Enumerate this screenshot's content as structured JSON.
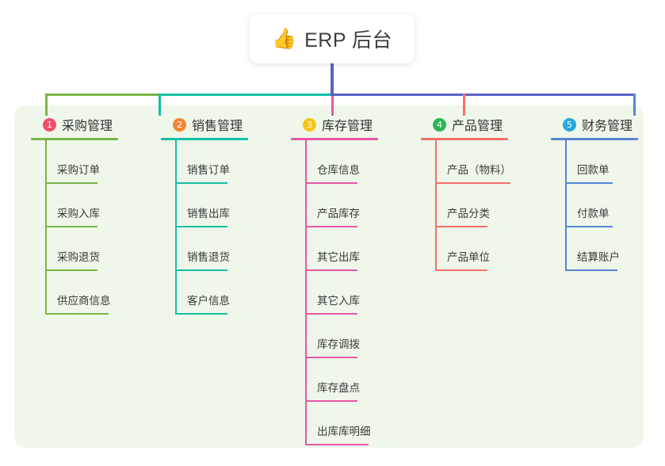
{
  "root": {
    "icon": "thumbs-up-icon",
    "emoji": "👍",
    "title": "ERP 后台"
  },
  "connector": {
    "stem_color": "#5b63c4",
    "segments": [
      {
        "color": "#7ab648"
      },
      {
        "color": "#14bfa6"
      },
      {
        "color": "#5b63c4"
      }
    ]
  },
  "panel": {
    "background": "#eef7e9"
  },
  "branches": [
    {
      "index": "1",
      "title": "采购管理",
      "badge_color": "#ef4f6b",
      "line_color": "#7ab648",
      "leaf_widths": [
        66,
        66,
        66,
        80
      ],
      "items": [
        "采购订单",
        "采购入库",
        "采购退货",
        "供应商信息"
      ]
    },
    {
      "index": "2",
      "title": "销售管理",
      "badge_color": "#f58634",
      "line_color": "#14bfa6",
      "leaf_widths": [
        66,
        66,
        66,
        66
      ],
      "items": [
        "销售订单",
        "销售出库",
        "销售退货",
        "客户信息"
      ]
    },
    {
      "index": "3",
      "title": "库存管理",
      "badge_color": "#f5c518",
      "line_color": "#e857a8",
      "leaf_widths": [
        66,
        66,
        66,
        66,
        66,
        66,
        80
      ],
      "items": [
        "仓库信息",
        "产品库存",
        "其它出库",
        "其它入库",
        "库存调拨",
        "库存盘点",
        "出库库明细"
      ]
    },
    {
      "index": "4",
      "title": "产品管理",
      "badge_color": "#2fb457",
      "line_color": "#f4706a",
      "leaf_widths": [
        95,
        66,
        66
      ],
      "items": [
        "产品（物料）",
        "产品分类",
        "产品单位"
      ]
    },
    {
      "index": "5",
      "title": "财务管理",
      "badge_color": "#29a8e0",
      "line_color": "#5a85d6",
      "leaf_widths": [
        60,
        60,
        66
      ],
      "items": [
        "回款单",
        "付款单",
        "结算账户"
      ]
    }
  ]
}
